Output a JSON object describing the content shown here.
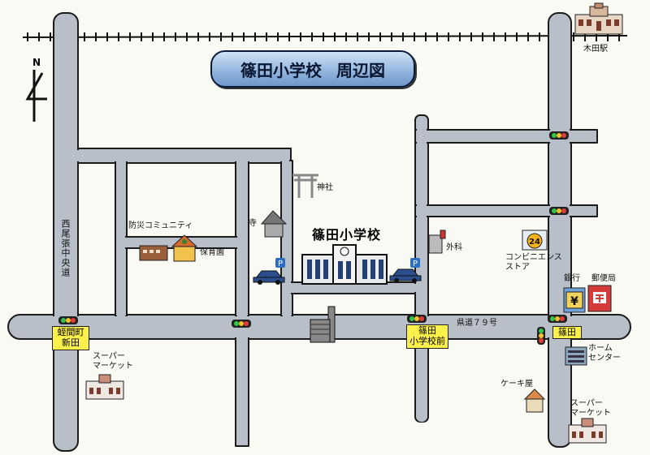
{
  "title": {
    "main": "篠田小学校",
    "sub": "周辺図"
  },
  "compass": {
    "north_label": "N"
  },
  "railway": {
    "station": "木田駅"
  },
  "roads": {
    "route": "県道７９号",
    "west_avenue": "西尾張中央道"
  },
  "landmarks": {
    "school": "篠田小学校",
    "shrine": "神社",
    "temple": "寺",
    "community_center": "防災コミュニティ",
    "nursery": "保育園",
    "surgery": "外科",
    "convenience_store_line1": "コンビニエンス",
    "convenience_store_line2": "ストア",
    "convenience_badge": "24",
    "bank": "銀行",
    "post_office": "郵便局",
    "home_center_line1": "ホーム",
    "home_center_line2": "センター",
    "cake_shop": "ケーキ屋",
    "supermarket_west_line1": "スーパー",
    "supermarket_west_line2": "マーケット",
    "supermarket_east_line1": "スーパー",
    "supermarket_east_line2": "マーケット",
    "parking": "P",
    "yen": "¥"
  },
  "intersections": {
    "west_line1": "蛭間町",
    "west_line2": "新田",
    "school_front_line1": "篠田",
    "school_front_line2": "小学校前",
    "east": "篠田"
  },
  "colors": {
    "road_fill": "#b9bfc8",
    "road_edge": "#1b1b1b",
    "title_bg": "#8fb3dd",
    "label_box": "#fbf14a",
    "background": "#fafaf4"
  }
}
